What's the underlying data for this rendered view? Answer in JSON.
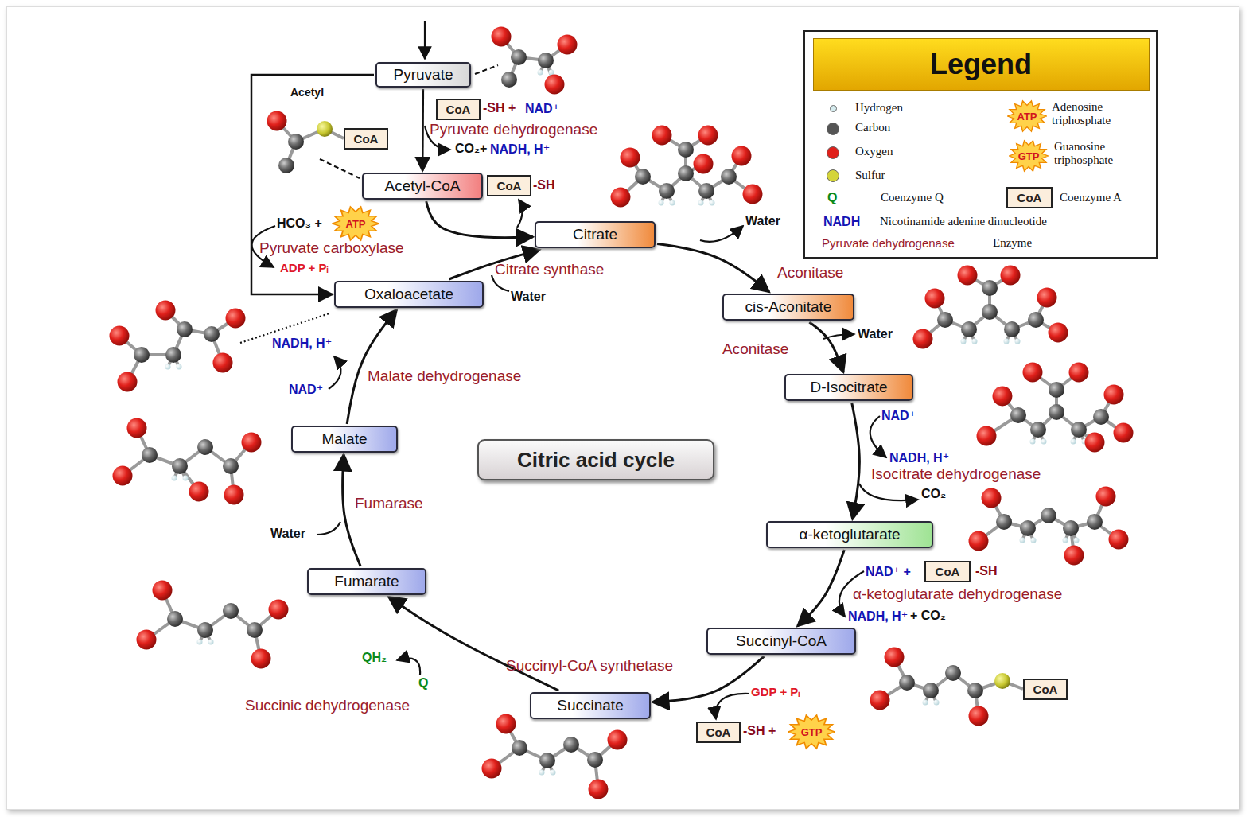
{
  "diagram": {
    "title": "Citric acid cycle",
    "nodes": [
      {
        "text": [
          "Pyruvate"
        ]
      },
      {
        "text": [
          "CoA"
        ]
      },
      {
        "text": [
          "CoA"
        ]
      },
      {
        "text": [
          "Acetyl-CoA"
        ]
      },
      {
        "text": [
          "CoA"
        ]
      },
      {
        "text": [
          "ATP"
        ]
      },
      {
        "text": [
          "Citrate"
        ]
      },
      {
        "text": [
          "Oxaloacetate"
        ]
      },
      {
        "text": [
          "cis-Aconitate"
        ]
      },
      {
        "text": [
          "D-Isocitrate"
        ]
      },
      {
        "text": [
          "Citric acid cycle"
        ]
      },
      {
        "text": [
          "Malate"
        ]
      },
      {
        "text": [
          "α-ketoglutarate"
        ]
      },
      {
        "text": [
          "CoA"
        ]
      },
      {
        "text": [
          "Fumarate"
        ]
      },
      {
        "text": [
          "Succinyl-CoA"
        ]
      },
      {
        "text": [
          "CoA"
        ]
      },
      {
        "text": [
          "GTP"
        ]
      },
      {
        "text": [
          "CoA"
        ]
      },
      {
        "text": [
          "Succinate"
        ]
      },
      {
        "text": [
          "Legend"
        ]
      },
      {
        "text": [
          "ATP"
        ],
        "in": 20
      },
      {
        "text": [
          "GTP"
        ],
        "in": 20
      },
      {
        "text": [
          "CoA"
        ],
        "in": 20
      }
    ],
    "edges": [
      {
        "from": 0,
        "to": 3,
        "arrow": "to"
      },
      {
        "from": 0,
        "to": 7,
        "arrow": "to"
      },
      {
        "from": 3,
        "to": 6,
        "arrow": "to"
      },
      {
        "from": 7,
        "to": 6,
        "arrow": "to"
      },
      {
        "from": 6,
        "to": 8,
        "arrow": "to"
      },
      {
        "from": 8,
        "to": 9,
        "arrow": "to"
      },
      {
        "from": 9,
        "to": 12,
        "arrow": "to"
      },
      {
        "from": 12,
        "to": 15,
        "arrow": "to"
      },
      {
        "from": 15,
        "to": 19,
        "arrow": "to"
      },
      {
        "from": 19,
        "to": 14,
        "arrow": "to"
      },
      {
        "from": 14,
        "to": 11,
        "arrow": "to"
      },
      {
        "from": 11,
        "to": 7,
        "arrow": "to"
      }
    ],
    "labels": [
      "Acetyl",
      "-SH +",
      "NAD⁺",
      "Pyruvate dehydrogenase",
      "CO₂+",
      "NADH, H⁺",
      "-SH",
      "HCO₃ +",
      "Pyruvate carboxylase",
      "ADP + Pᵢ",
      "Citrate synthase",
      "Water",
      "Water",
      "Aconitase",
      "Aconitase",
      "Water",
      "NAD⁺",
      "NADH, H⁺",
      "Isocitrate dehydrogenase",
      "CO₂",
      "NAD⁺ +",
      "-SH",
      "α-ketoglutarate dehydrogenase",
      "NADH, H⁺",
      "+ CO₂",
      "Succinyl-CoA synthetase",
      "GDP + Pᵢ",
      "-SH +",
      "QH₂",
      "Q",
      "Succinic dehydrogenase",
      "Water",
      "Fumarase",
      "NAD⁺",
      "NADH, H⁺",
      "Malate dehydrogenase",
      "Q",
      "NADH",
      "Pyruvate dehydrogenase"
    ],
    "legend": [
      {
        "text": "Hydrogen",
        "color": "#d6ecef"
      },
      {
        "text": "Carbon",
        "color": "#555555"
      },
      {
        "text": "Oxygen",
        "color": "#e0201b"
      },
      {
        "text": "Sulfur",
        "color": "#d4d43a"
      },
      {
        "text": "Adenosine triphosphate"
      },
      {
        "text": "Guanosine triphosphate"
      },
      {
        "text": "Coenzyme Q"
      },
      {
        "text": "Coenzyme A"
      },
      {
        "text": "Nicotinamide adenine dinucleotide"
      },
      {
        "text": "Enzyme"
      }
    ]
  }
}
